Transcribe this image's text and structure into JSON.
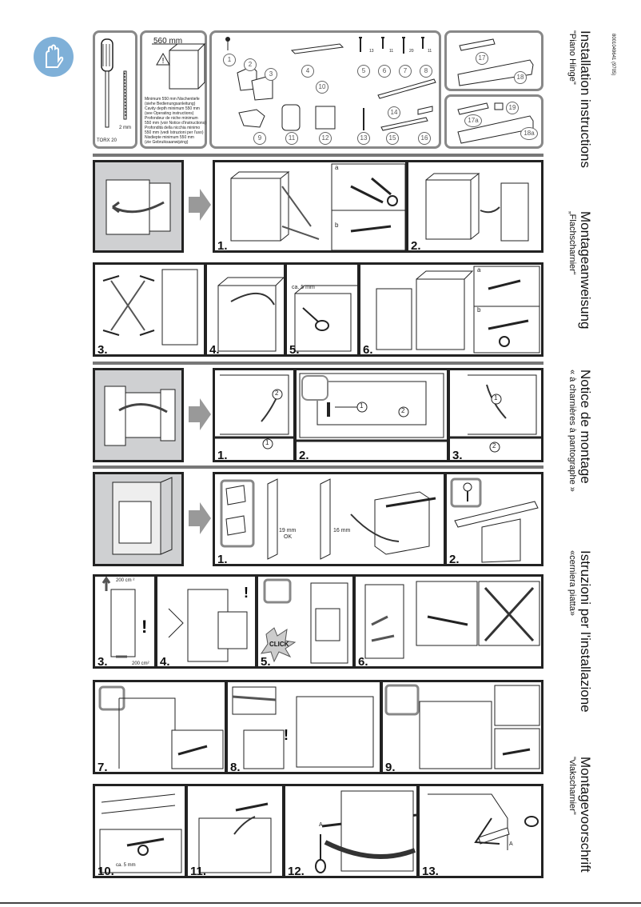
{
  "doc_code": "8001049641 (9705)",
  "titles": [
    {
      "main": "Installation instructions",
      "sub": "\"Piano Hinge\""
    },
    {
      "main": "Montageanweisung",
      "sub": "„Flachscharnier“"
    },
    {
      "main": "Notice de montage",
      "sub": "« à charnières à pantographe »"
    },
    {
      "main": "Istruzioni per l'installazione",
      "sub": "«cerniera piatta»"
    },
    {
      "main": "Montagevoorschrift",
      "sub": "\"vlakscharnier\""
    }
  ],
  "tools": {
    "torx": "TORX 20",
    "bit": "2 mm"
  },
  "niche": {
    "width": "560 mm",
    "notes": [
      "Minimum 550 mm Nischentiefe",
      "(siehe Bedienungsanleitung)",
      "Cavity depth minimum 550 mm",
      "(see Operating instructions)",
      "Profondeur de niche minimum",
      "550 mm (voir Notice d'instructions)",
      "Profondità della nicchia minimo",
      "550 mm (vedi Istruzioni per l'uso)",
      "Nisdiepte minimum 550 mm",
      "(zie Gebruiksaanwijzing)"
    ]
  },
  "parts": [
    "1",
    "2",
    "3",
    "4",
    "5",
    "6",
    "7",
    "8",
    "10",
    "9",
    "11",
    "12",
    "13",
    "14",
    "15",
    "16"
  ],
  "screw_dims": [
    "13",
    "11",
    "20",
    "11"
  ],
  "parts_extra": [
    "17",
    "18",
    "17a",
    "19",
    "18a"
  ],
  "row1_steps": [
    "1.",
    "2."
  ],
  "row1_sub": [
    "a",
    "b"
  ],
  "row2_steps": [
    "3.",
    "4.",
    "5.",
    "6."
  ],
  "row2_dim": "ca. 5 mm",
  "row2_sub": [
    "a",
    "b"
  ],
  "row3_steps": [
    "1.",
    "2.",
    "3."
  ],
  "row3_marks": [
    "1",
    "2"
  ],
  "row4_steps": [
    "1.",
    "2."
  ],
  "row4_dims": {
    "a": "19 mm",
    "a_ok": "OK",
    "b": "16 mm"
  },
  "row5_steps": [
    "3.",
    "4.",
    "5.",
    "6."
  ],
  "row5_vent_top": "200 cm ²",
  "row5_vent_bottom": "200 cm²",
  "row5_click": "CLICK",
  "row6_steps": [
    "7.",
    "8.",
    "9."
  ],
  "row7_steps": [
    "10.",
    "11.",
    "12.",
    "13."
  ],
  "row7_dim": "ca. 5 mm",
  "row7_label": "A"
}
